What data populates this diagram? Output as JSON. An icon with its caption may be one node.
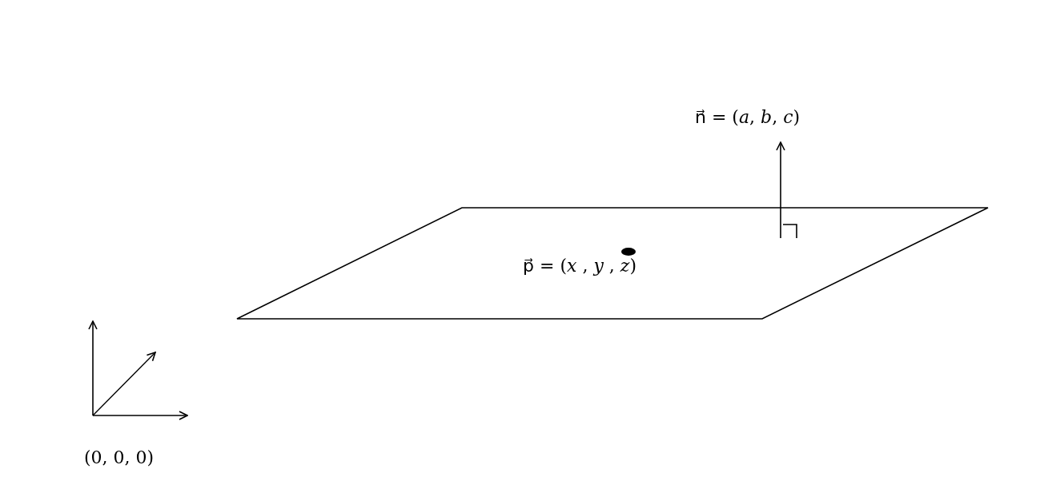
{
  "diagram": {
    "nodes": [
      {
        "text": [
          "p⃗ = (*x* , *y* , *z*)"
        ]
      },
      {
        "text": [
          "n⃗ = (*a*, *b*, *c*)"
        ]
      }
    ],
    "edges": [
      {
        "from": 0,
        "to": 1,
        "arrow": "to"
      }
    ],
    "labels": [
      "(0, 0, 0)"
    ]
  }
}
